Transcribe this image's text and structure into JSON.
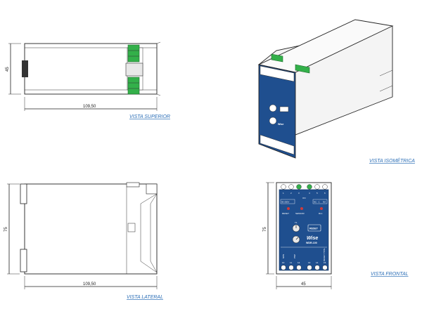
{
  "captions": {
    "top": "VISTA SUPERIOR",
    "iso": "VISTA ISOMÉTRICA",
    "side": "VISTA LATERAL",
    "front": "VISTA FRONTAL"
  },
  "dimensions": {
    "top_width": "109,50",
    "top_height": "45",
    "side_width": "109,50",
    "side_height": "75",
    "front_width": "45",
    "front_height": "75"
  },
  "panel": {
    "terminals_top": [
      "1",
      "2",
      "3",
      "4",
      "5",
      "6"
    ],
    "label_power": "90-250V",
    "label_on": "ON",
    "label_reset": "RESET",
    "label_sensor": "SENSOR",
    "label_rl1": "RL1",
    "relay_contacts": [
      "NC",
      "C",
      "NA"
    ],
    "label_t1": "T1",
    "reset_button": "RESET",
    "brand": "Wise",
    "model": "WDR-100",
    "bottom_left_a": "NPN",
    "bottom_left_b": "PNP",
    "bottom_right": "RESET TYPE",
    "terminals_bottom": [
      "10",
      "11",
      "12",
      "13",
      "14",
      "15"
    ]
  },
  "colors": {
    "panel_blue": "#1f4f8f",
    "terminal_green": "#33b04a",
    "led_red": "#d23a3a",
    "caption_blue": "#2c6fb7"
  }
}
